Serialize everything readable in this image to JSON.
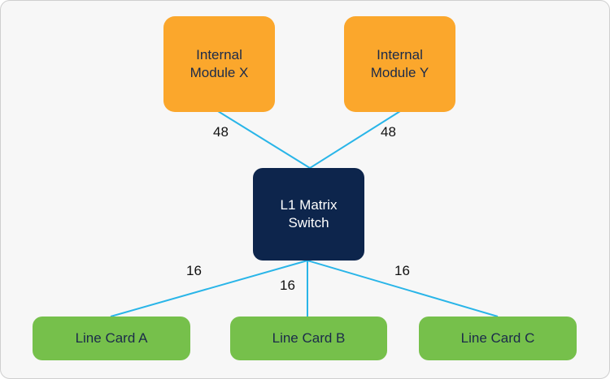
{
  "diagram": {
    "link_color": "#29b5e8",
    "nodes": {
      "module_x": {
        "line1": "Internal",
        "line2": "Module X",
        "color": "#fba72c"
      },
      "module_y": {
        "line1": "Internal",
        "line2": "Module Y",
        "color": "#fba72c"
      },
      "switch": {
        "line1": "L1 Matrix",
        "line2": "Switch",
        "color": "#0d254c"
      },
      "card_a": {
        "label": "Line Card A",
        "color": "#76c04b"
      },
      "card_b": {
        "label": "Line Card B",
        "color": "#76c04b"
      },
      "card_c": {
        "label": "Line Card C",
        "color": "#76c04b"
      }
    },
    "links": [
      {
        "from": "module_x",
        "to": "switch",
        "label": "48"
      },
      {
        "from": "module_y",
        "to": "switch",
        "label": "48"
      },
      {
        "from": "switch",
        "to": "card_a",
        "label": "16"
      },
      {
        "from": "switch",
        "to": "card_b",
        "label": "16"
      },
      {
        "from": "switch",
        "to": "card_c",
        "label": "16"
      }
    ]
  }
}
